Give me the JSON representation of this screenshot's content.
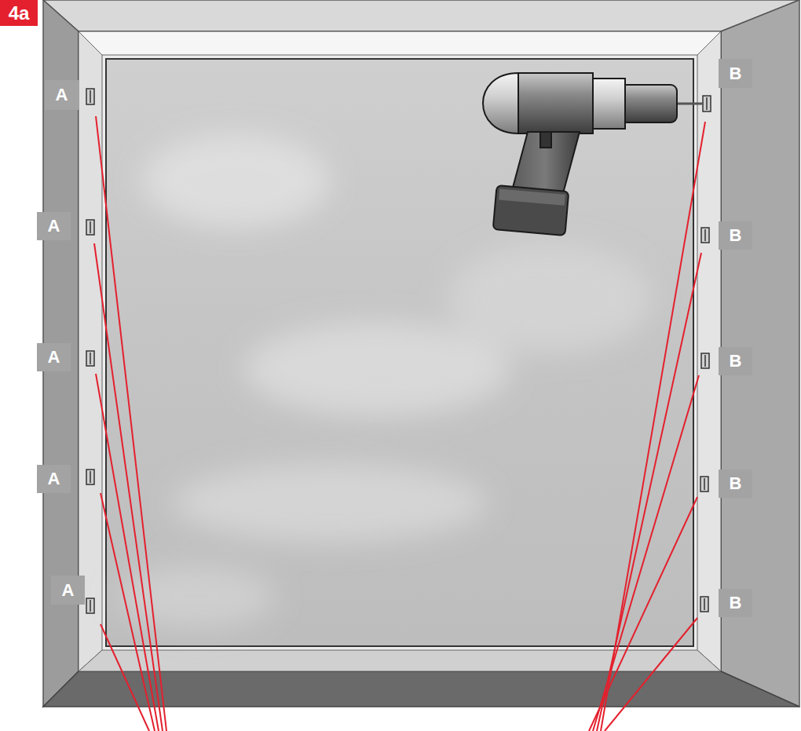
{
  "diagram": {
    "nodes": [
      {
        "text": [
          "4a"
        ]
      },
      {
        "text": [
          "A"
        ]
      },
      {
        "text": [
          "B"
        ]
      },
      {
        "text": [
          "A"
        ]
      },
      {
        "text": [
          "B"
        ]
      },
      {
        "text": [
          "A"
        ]
      },
      {
        "text": [
          "B"
        ]
      },
      {
        "text": [
          "A"
        ]
      },
      {
        "text": [
          "B"
        ]
      },
      {
        "text": [
          "A"
        ]
      },
      {
        "text": [
          "B"
        ]
      }
    ]
  }
}
